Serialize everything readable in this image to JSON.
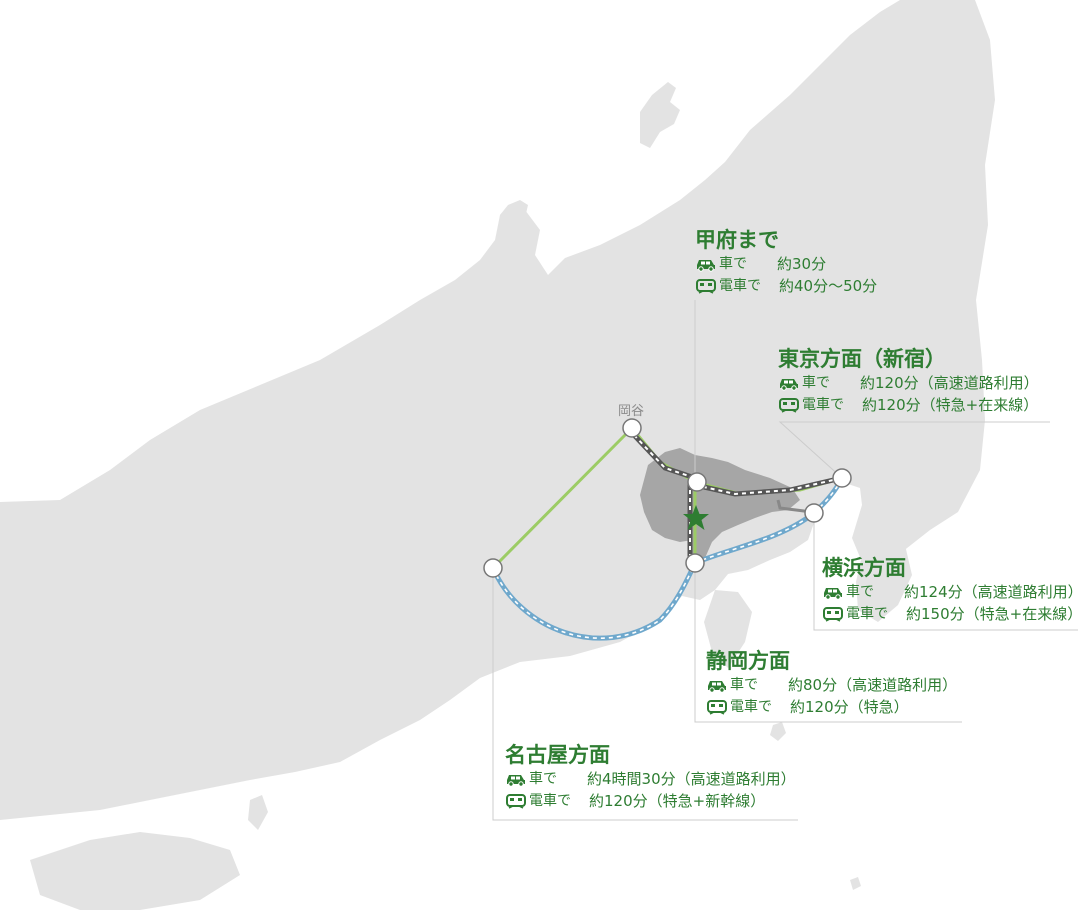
{
  "map": {
    "land_color": "#e3e3e3",
    "prefecture_color": "#a6a6a6",
    "car_route_color": "#9ccc65",
    "train_route_color": "#6fa8cc",
    "rail_color": "#555555",
    "text_color": "#2e7d32",
    "leader_line_color": "#cccccc",
    "marker": "green-star-icon"
  },
  "place_label": "岡谷",
  "destinations": [
    {
      "id": "kofu",
      "title": "甲府まで",
      "car_label": "車で",
      "car_time": "約30分",
      "train_label": "電車で",
      "train_time": "約40分〜50分"
    },
    {
      "id": "tokyo",
      "title": "東京方面（新宿）",
      "car_label": "車で",
      "car_time": "約120分（高速道路利用）",
      "train_label": "電車で",
      "train_time": "約120分（特急+在来線）"
    },
    {
      "id": "yokohama",
      "title": "横浜方面",
      "car_label": "車で",
      "car_time": "約124分（高速道路利用）",
      "train_label": "電車で",
      "train_time": "約150分（特急+在来線）"
    },
    {
      "id": "shizuoka",
      "title": "静岡方面",
      "car_label": "車で",
      "car_time": "約80分（高速道路利用）",
      "train_label": "電車で",
      "train_time": "約120分（特急）"
    },
    {
      "id": "nagoya",
      "title": "名古屋方面",
      "car_label": "車で",
      "car_time": "約4時間30分（高速道路利用）",
      "train_label": "電車で",
      "train_time": "約120分（特急+新幹線）"
    }
  ]
}
